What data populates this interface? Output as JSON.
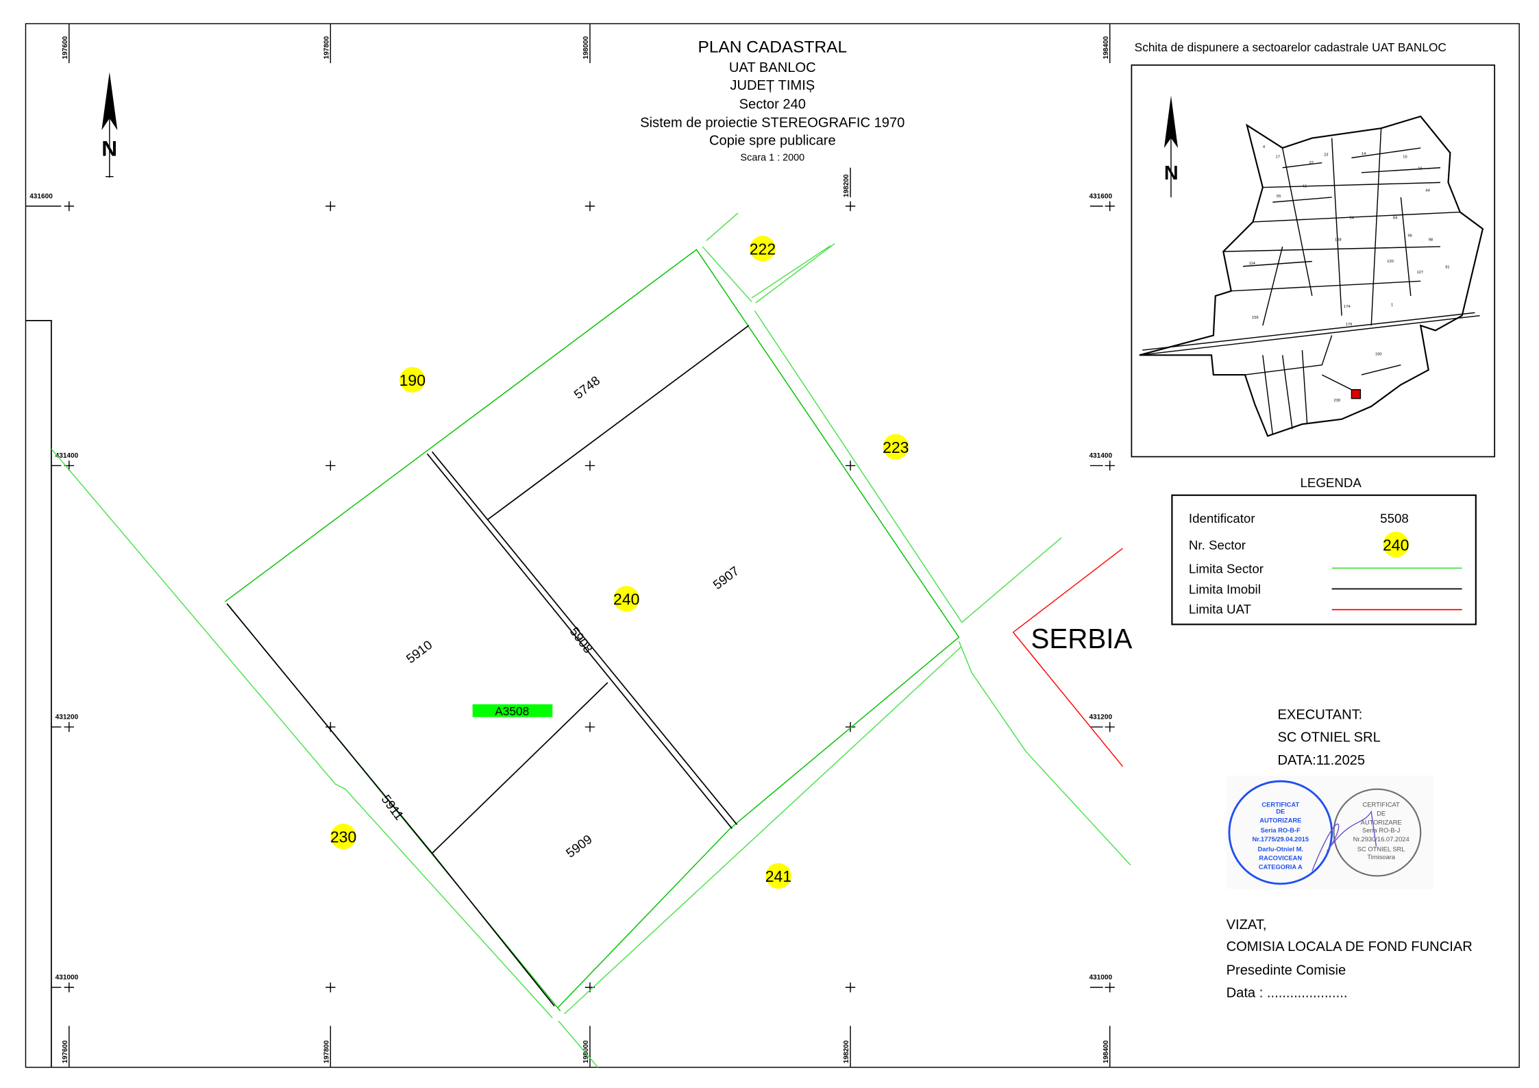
{
  "header": {
    "title": "PLAN CADASTRAL",
    "uat": "UAT BANLOC",
    "judet": "JUDEȚ TIMIȘ",
    "sector": "Sector 240",
    "projection": "Sistem de proiectie STEREOGRAFIC 1970",
    "copy": "Copie spre publicare",
    "scale": "Scara 1 : 2000"
  },
  "grid": {
    "x_ticks": [
      "197600",
      "197800",
      "198000",
      "198200",
      "198400"
    ],
    "y_ticks": [
      "431600",
      "431400",
      "431200",
      "431000"
    ]
  },
  "north_label": "N",
  "sectors": {
    "s190": "190",
    "s222": "222",
    "s223": "223",
    "s240": "240",
    "s230": "230",
    "s241": "241"
  },
  "sector_color": "#ffff00",
  "parcels": {
    "p5748": "5748",
    "p5907": "5907",
    "p5910": "5910",
    "p5908": "5908",
    "p5909": "5909",
    "p5911": "5911"
  },
  "highlight_label": "A3508",
  "highlight_color": "#00ff00",
  "country_label": "SERBIA",
  "inset": {
    "title": "Schita de dispunere a sectoarelor cadastrale UAT BANLOC",
    "labels": [
      "4",
      "17",
      "22",
      "23",
      "14",
      "15",
      "19",
      "43",
      "44",
      "54",
      "55",
      "84",
      "96",
      "98",
      "108",
      "114",
      "120",
      "127",
      "159",
      "174",
      "179",
      "190",
      "230",
      "91",
      "1"
    ]
  },
  "legend": {
    "title": "LEGENDA",
    "identificator_label": "Identificator",
    "identificator_value": "5508",
    "sector_label": "Nr. Sector",
    "sector_value": "240",
    "items": [
      {
        "label": "Limita Sector",
        "color": "#4be04b"
      },
      {
        "label": "Limita Imobil",
        "color": "#000000"
      },
      {
        "label": "Limita UAT",
        "color": "#ff0000"
      }
    ]
  },
  "executant": {
    "label": "EXECUTANT:",
    "company": "SC OTNIEL SRL",
    "date": "DATA:11.2025"
  },
  "stamps": {
    "left": [
      "CERTIFICAT",
      "DE",
      "AUTORIZARE",
      "Seria RO-B-F",
      "Nr.1775/29.04.2015",
      "Darlu-Otniel M.",
      "RACOVICEAN",
      "CATEGORIA A"
    ],
    "right": [
      "CERTIFICAT",
      "DE",
      "AUTORIZARE",
      "Seria RO-B-J",
      "Nr.2930/16.07.2024",
      "SC OTNIEL SRL",
      "Timisoara"
    ]
  },
  "vizat": {
    "label": "VIZAT,",
    "commission": "COMISIA LOCALA DE FOND FUNCIAR",
    "president": "Presedinte Comisie",
    "date": "Data : ....................."
  }
}
